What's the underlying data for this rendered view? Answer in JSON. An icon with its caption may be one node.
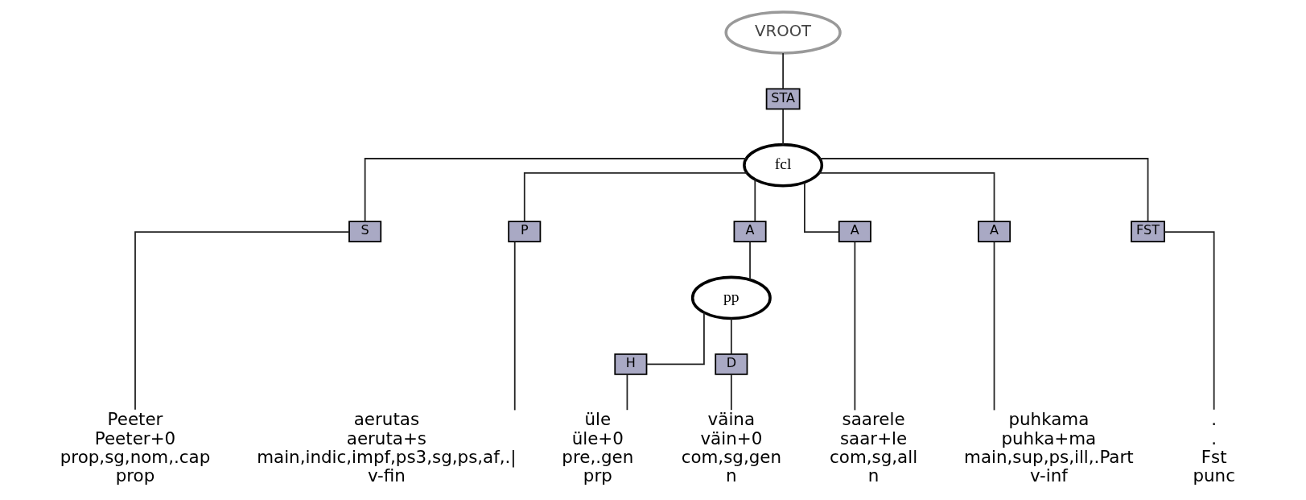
{
  "diagram": {
    "nodes": [
      {
        "text": [
          "VROOT"
        ]
      },
      {
        "text": [
          "STA"
        ]
      },
      {
        "text": [
          "fcl"
        ]
      },
      {
        "text": [
          "S"
        ]
      },
      {
        "text": [
          "P"
        ]
      },
      {
        "text": [
          "A"
        ]
      },
      {
        "text": [
          "pp"
        ]
      },
      {
        "text": [
          "H"
        ]
      },
      {
        "text": [
          "D"
        ]
      },
      {
        "text": [
          "A"
        ]
      },
      {
        "text": [
          "A"
        ]
      },
      {
        "text": [
          "FST"
        ]
      },
      {
        "text": [
          "Peeter",
          "Peeter+0",
          "prop,sg,nom,.cap",
          "prop"
        ]
      },
      {
        "text": [
          "aerutas",
          "aeruta+s",
          "main,indic,impf,ps3,sg,ps,af,.|",
          "v-fin"
        ]
      },
      {
        "text": [
          "üle",
          "üle+0",
          "pre,.gen",
          "prp"
        ]
      },
      {
        "text": [
          "väina",
          "väin+0",
          "com,sg,gen",
          "n"
        ]
      },
      {
        "text": [
          "saarele",
          "saar+le",
          "com,sg,all",
          "n"
        ]
      },
      {
        "text": [
          "puhkama",
          "puhka+ma",
          "main,sup,ps,ill,.Part",
          "v-inf"
        ]
      },
      {
        "text": [
          ".",
          ".",
          "Fst",
          "punc"
        ]
      }
    ],
    "edges": [
      {
        "from": 0,
        "to": 1,
        "arrow": "none"
      },
      {
        "from": 1,
        "to": 2,
        "arrow": "none"
      },
      {
        "from": 2,
        "to": 3,
        "arrow": "none"
      },
      {
        "from": 2,
        "to": 4,
        "arrow": "none"
      },
      {
        "from": 2,
        "to": 5,
        "arrow": "none"
      },
      {
        "from": 2,
        "to": 9,
        "arrow": "none"
      },
      {
        "from": 2,
        "to": 10,
        "arrow": "none"
      },
      {
        "from": 2,
        "to": 11,
        "arrow": "none"
      },
      {
        "from": 3,
        "to": 12,
        "arrow": "none"
      },
      {
        "from": 4,
        "to": 13,
        "arrow": "none"
      },
      {
        "from": 5,
        "to": 6,
        "arrow": "none"
      },
      {
        "from": 6,
        "to": 7,
        "arrow": "none"
      },
      {
        "from": 6,
        "to": 8,
        "arrow": "none"
      },
      {
        "from": 7,
        "to": 14,
        "arrow": "none"
      },
      {
        "from": 8,
        "to": 15,
        "arrow": "none"
      },
      {
        "from": 9,
        "to": 16,
        "arrow": "none"
      },
      {
        "from": 10,
        "to": 17,
        "arrow": "none"
      },
      {
        "from": 11,
        "to": 18,
        "arrow": "none"
      }
    ]
  }
}
